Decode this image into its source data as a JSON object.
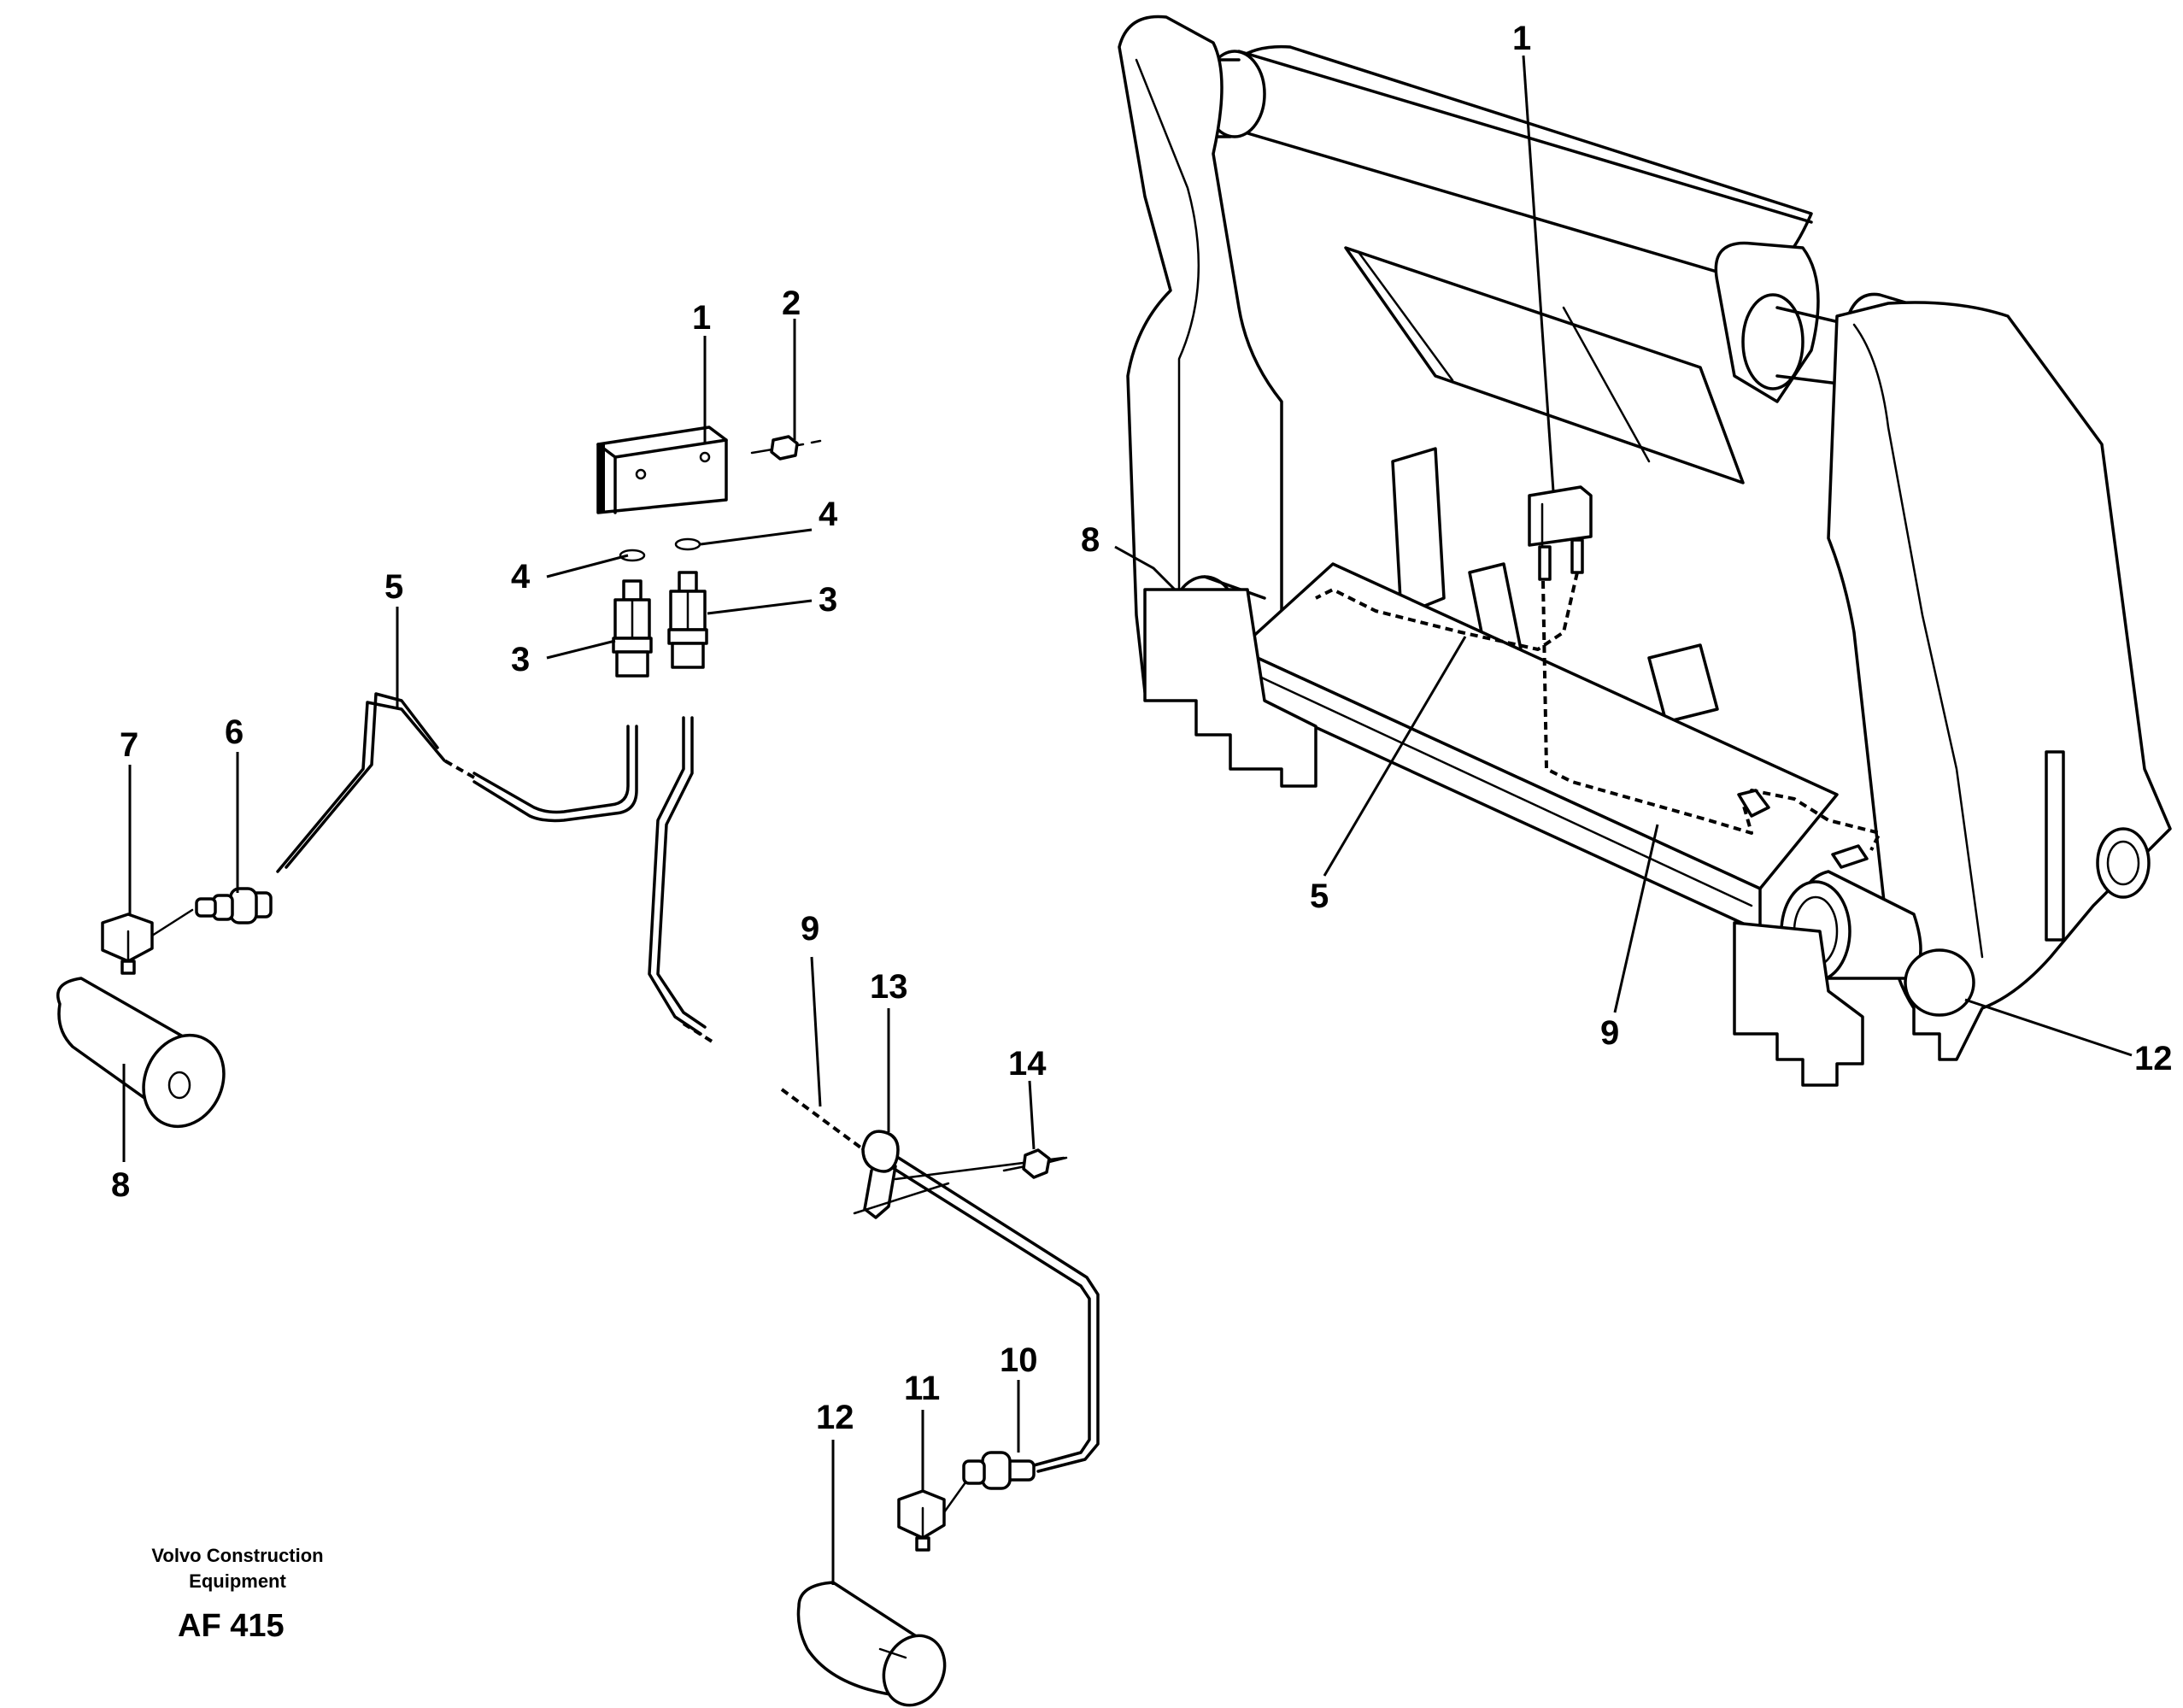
{
  "diagram": {
    "callouts": {
      "block_1": "1",
      "bolt_2": "2",
      "union_3_left": "3",
      "union_3_right": "3",
      "washer_4_left": "4",
      "washer_4_right": "4",
      "pipe_5": "5",
      "union_6": "6",
      "nipple_7": "7",
      "pin_8": "8",
      "pipe_9": "9",
      "union_10": "10",
      "nipple_11": "11",
      "pin_12": "12",
      "clamp_13": "13",
      "screw_14": "14",
      "frame_1": "1",
      "frame_8": "8",
      "frame_5": "5",
      "frame_9": "9",
      "frame_12": "12"
    },
    "footer": {
      "company_line1": "Volvo Construction",
      "company_line2": "Equipment",
      "drawing_code": "AF 415"
    }
  }
}
